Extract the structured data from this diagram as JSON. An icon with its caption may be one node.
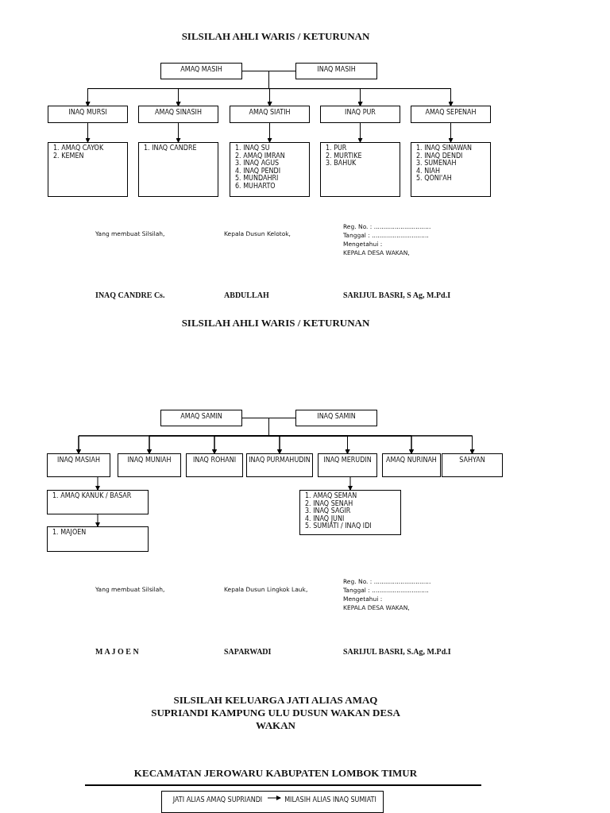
{
  "diagram": {
    "nodes": [
      {
        "text": [
          "AMAQ MASIH"
        ]
      },
      {
        "text": [
          "INAQ MASIH"
        ]
      },
      {
        "text": [
          "INAQ MURSI"
        ]
      },
      {
        "text": [
          "AMAQ SINASIH"
        ]
      },
      {
        "text": [
          "AMAQ SIATIH"
        ]
      },
      {
        "text": [
          "INAQ PUR"
        ]
      },
      {
        "text": [
          "AMAQ SEPENAH"
        ]
      },
      {
        "text": [
          "1. AMAQ CAYOK",
          "2. KEMEN"
        ]
      },
      {
        "text": [
          "1. INAQ CANDRE"
        ]
      },
      {
        "text": [
          "1. INAQ SU",
          "2. AMAQ IMRAN",
          "3. INAQ AGUS",
          "4. INAQ PENDI",
          "5. MUNDAHRI",
          "6. MUHARTO"
        ]
      },
      {
        "text": [
          "1. PUR",
          "2. MURTIKE",
          "3. BAHUK"
        ]
      },
      {
        "text": [
          "1. INAQ SINAWAN",
          "2. INAQ DENDI",
          "3. SUMENAH",
          "4. NIAH",
          "5. QONI'AH"
        ]
      },
      {
        "text": [
          "AMAQ SAMIN"
        ]
      },
      {
        "text": [
          "INAQ SAMIN"
        ]
      },
      {
        "text": [
          "INAQ MASIAH"
        ]
      },
      {
        "text": [
          "INAQ MUNIAH"
        ]
      },
      {
        "text": [
          "INAQ ROHANI"
        ]
      },
      {
        "text": [
          "INAQ PURMAHUDIN"
        ]
      },
      {
        "text": [
          "INAQ MERUDIN"
        ]
      },
      {
        "text": [
          "AMAQ NURINAH"
        ]
      },
      {
        "text": [
          "SAHYAN"
        ]
      },
      {
        "text": [
          "1. AMAQ KANUK / BASAR"
        ]
      },
      {
        "text": [
          "1. AMAQ SEMAN",
          "2. INAQ SENAH",
          "3. INAQ SAGIR",
          "4. INAQ JUNI",
          "5. SUMIATI / INAQ IDI"
        ]
      },
      {
        "text": [
          "1. MAJOEN"
        ]
      },
      {
        "text": [],
        "shape": "box"
      },
      {
        "text": [
          "JATI ALIAS AMAQ SUPRIANDI"
        ],
        "in": 24
      },
      {
        "text": [
          "MILASIH ALIAS INAQ SUMIATI"
        ],
        "in": 24
      }
    ],
    "edges": [
      {
        "from": 0,
        "to": 1,
        "arrow": "none"
      },
      {
        "from": 0,
        "to": 2,
        "arrow": "to"
      },
      {
        "from": 0,
        "to": 3,
        "arrow": "to"
      },
      {
        "from": 0,
        "to": 4,
        "arrow": "to"
      },
      {
        "from": 0,
        "to": 5,
        "arrow": "to"
      },
      {
        "from": 0,
        "to": 6,
        "arrow": "to"
      },
      {
        "from": 1,
        "to": 2,
        "arrow": "to"
      },
      {
        "from": 1,
        "to": 3,
        "arrow": "to"
      },
      {
        "from": 1,
        "to": 4,
        "arrow": "to"
      },
      {
        "from": 1,
        "to": 5,
        "arrow": "to"
      },
      {
        "from": 1,
        "to": 6,
        "arrow": "to"
      },
      {
        "from": 2,
        "to": 7,
        "arrow": "to"
      },
      {
        "from": 3,
        "to": 8,
        "arrow": "to"
      },
      {
        "from": 4,
        "to": 9,
        "arrow": "to"
      },
      {
        "from": 5,
        "to": 10,
        "arrow": "to"
      },
      {
        "from": 6,
        "to": 11,
        "arrow": "to"
      },
      {
        "from": 12,
        "to": 13,
        "arrow": "none"
      },
      {
        "from": 12,
        "to": 14,
        "arrow": "to"
      },
      {
        "from": 12,
        "to": 15,
        "arrow": "to"
      },
      {
        "from": 12,
        "to": 16,
        "arrow": "to"
      },
      {
        "from": 12,
        "to": 17,
        "arrow": "to"
      },
      {
        "from": 12,
        "to": 18,
        "arrow": "to"
      },
      {
        "from": 12,
        "to": 19,
        "arrow": "to"
      },
      {
        "from": 12,
        "to": 20,
        "arrow": "to"
      },
      {
        "from": 13,
        "to": 14,
        "arrow": "to"
      },
      {
        "from": 13,
        "to": 15,
        "arrow": "to"
      },
      {
        "from": 13,
        "to": 16,
        "arrow": "to"
      },
      {
        "from": 13,
        "to": 17,
        "arrow": "to"
      },
      {
        "from": 13,
        "to": 18,
        "arrow": "to"
      },
      {
        "from": 13,
        "to": 19,
        "arrow": "to"
      },
      {
        "from": 13,
        "to": 20,
        "arrow": "to"
      },
      {
        "from": 14,
        "to": 21,
        "arrow": "to"
      },
      {
        "from": 18,
        "to": 22,
        "arrow": "to"
      },
      {
        "from": 21,
        "to": 23,
        "arrow": "to"
      },
      {
        "from": 25,
        "to": 26,
        "arrow": "to"
      }
    ],
    "labels": [
      "SILSILAH AHLI WARIS / KETURUNAN",
      "Yang membuat Silsilah,",
      "Kepala Dusun Kelotok,",
      "Reg. No. : ..............................",
      "Tanggal : ..............................",
      "Mengetahui :",
      "KEPALA DESA WAKAN,",
      "INAQ CANDRE Cs.",
      "ABDULLAH",
      "SARIJUL BASRI, S Ag, M.Pd.I",
      "SILSILAH AHLI WARIS / KETURUNAN",
      "Yang membuat Silsilah,",
      "Kepala Dusun Lingkok Lauk,",
      "Reg. No. : ..............................",
      "Tanggal : ..............................",
      "Mengetahui :",
      "KEPALA DESA WAKAN,",
      "M A J O E N",
      "SAPARWADI",
      "SARIJUL BASRI, S.Ag, M.Pd.I",
      "SILSILAH KELUARGA JATI ALIAS AMAQ SUPRIANDI KAMPUNG ULU DUSUN WAKAN DESA WAKAN",
      "KECAMATAN JEROWARU KABUPATEN LOMBOK TIMUR"
    ]
  }
}
